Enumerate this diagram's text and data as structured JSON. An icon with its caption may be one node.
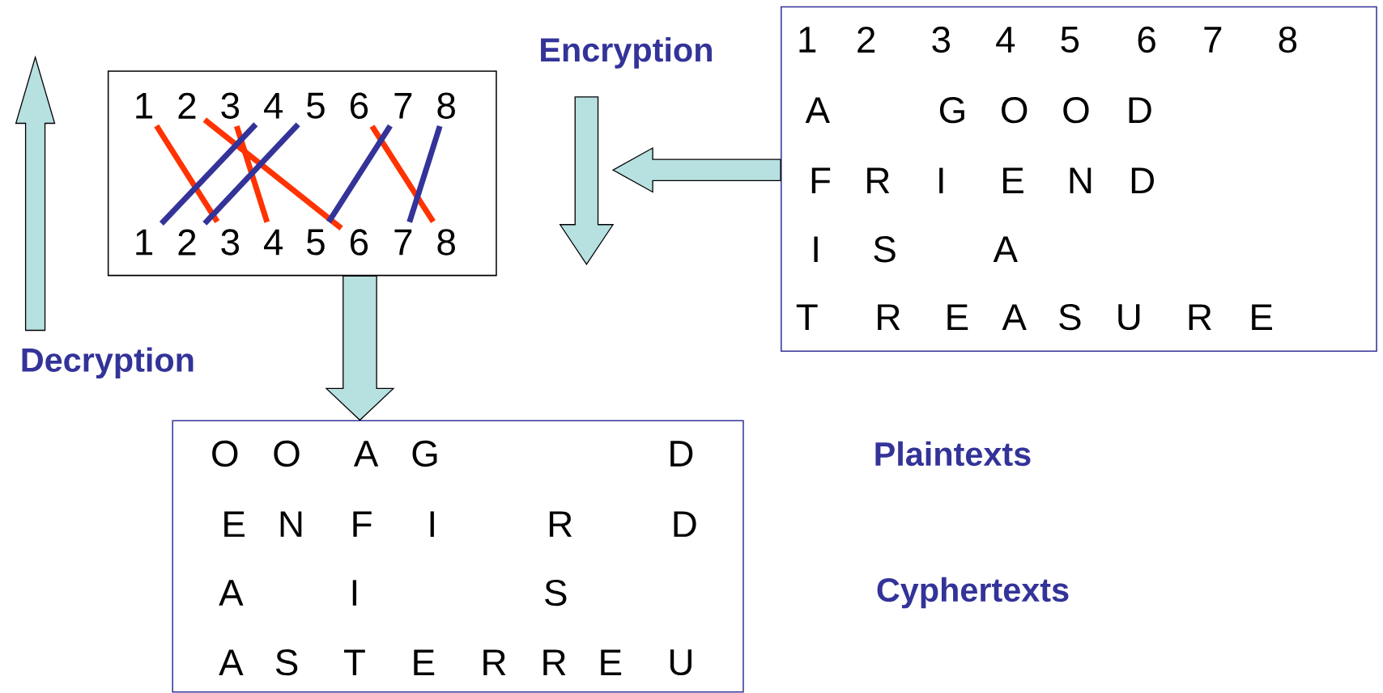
{
  "diagram": {
    "nodes": [
      {
        "text": [],
        "shape": "box"
      },
      {
        "text": [
          "1"
        ],
        "in": 0
      },
      {
        "text": [
          "2"
        ],
        "in": 0
      },
      {
        "text": [
          "3"
        ],
        "in": 0
      },
      {
        "text": [
          "4"
        ],
        "in": 0
      },
      {
        "text": [
          "5"
        ],
        "in": 0
      },
      {
        "text": [
          "6"
        ],
        "in": 0
      },
      {
        "text": [
          "7"
        ],
        "in": 0
      },
      {
        "text": [
          "8"
        ],
        "in": 0
      },
      {
        "text": [
          "1"
        ],
        "in": 0
      },
      {
        "text": [
          "2"
        ],
        "in": 0
      },
      {
        "text": [
          "3"
        ],
        "in": 0
      },
      {
        "text": [
          "4"
        ],
        "in": 0
      },
      {
        "text": [
          "5"
        ],
        "in": 0
      },
      {
        "text": [
          "6"
        ],
        "in": 0
      },
      {
        "text": [
          "7"
        ],
        "in": 0
      },
      {
        "text": [
          "8"
        ],
        "in": 0
      },
      {
        "text": [
          "1",
          "2",
          "3",
          "4",
          "5",
          "6",
          "7",
          "8",
          "A",
          "G",
          "O",
          "O",
          "D",
          "F",
          "R",
          "I",
          "E",
          "N",
          "D",
          "I",
          "S",
          "A",
          "T",
          "R",
          "E",
          "A",
          "S",
          "U",
          "R",
          "E"
        ]
      },
      {
        "text": [
          "O",
          "O",
          "A",
          "G",
          "D",
          "E",
          "N",
          "F",
          "I",
          "R",
          "D",
          "A",
          "I",
          "S",
          "A",
          "S",
          "T",
          "E",
          "R",
          "R",
          "E",
          "U"
        ]
      }
    ],
    "edges": [
      {
        "from": 1,
        "to": 11,
        "arrow": "none",
        "color": "#ff3300"
      },
      {
        "from": 2,
        "to": 14,
        "arrow": "none",
        "color": "#ff3300"
      },
      {
        "from": 3,
        "to": 12,
        "arrow": "none",
        "color": "#ff3300"
      },
      {
        "from": 6,
        "to": 16,
        "arrow": "none",
        "color": "#ff3300"
      },
      {
        "from": 4,
        "to": 9,
        "arrow": "none",
        "color": "#333399"
      },
      {
        "from": 5,
        "to": 10,
        "arrow": "none",
        "color": "#333399"
      },
      {
        "from": 7,
        "to": 13,
        "arrow": "none",
        "color": "#333399"
      },
      {
        "from": 8,
        "to": 15,
        "arrow": "none",
        "color": "#333399"
      },
      {
        "from": 17,
        "to": null,
        "arrow": "to",
        "style": "thick"
      },
      {
        "from": 0,
        "to": 18,
        "arrow": "to",
        "style": "thick"
      }
    ],
    "labels": [
      "Encryption",
      "Decryption",
      "Plaintexts",
      "Cyphertexts"
    ]
  }
}
